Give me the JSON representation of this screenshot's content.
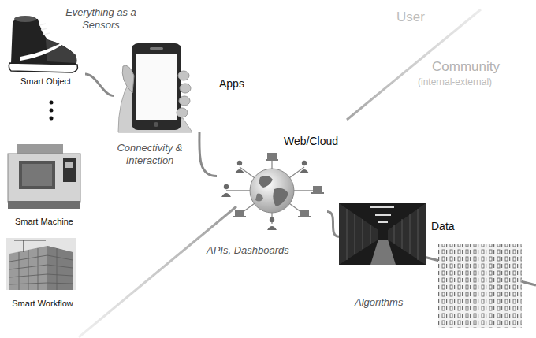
{
  "diagram": {
    "nodes": [
      {
        "text": [
          "Smart Object"
        ]
      },
      {
        "text": [
          "Smart Machine"
        ]
      },
      {
        "text": [
          "Smart Workflow"
        ]
      },
      {
        "text": [
          "Apps"
        ]
      },
      {
        "text": [
          "Web/Cloud"
        ]
      },
      {
        "text": [
          "Data"
        ]
      }
    ],
    "edges": [
      {
        "from": 0,
        "to": 3,
        "arrow": "none"
      },
      {
        "from": 3,
        "to": 4,
        "arrow": "none"
      },
      {
        "from": 4,
        "to": 5,
        "arrow": "none"
      }
    ],
    "labels": [
      "Everything as a Sensors",
      "Connectivity & Interaction",
      "APIs, Dashboards",
      "Algorithms",
      "User",
      "Community",
      "(internal-external)"
    ]
  }
}
